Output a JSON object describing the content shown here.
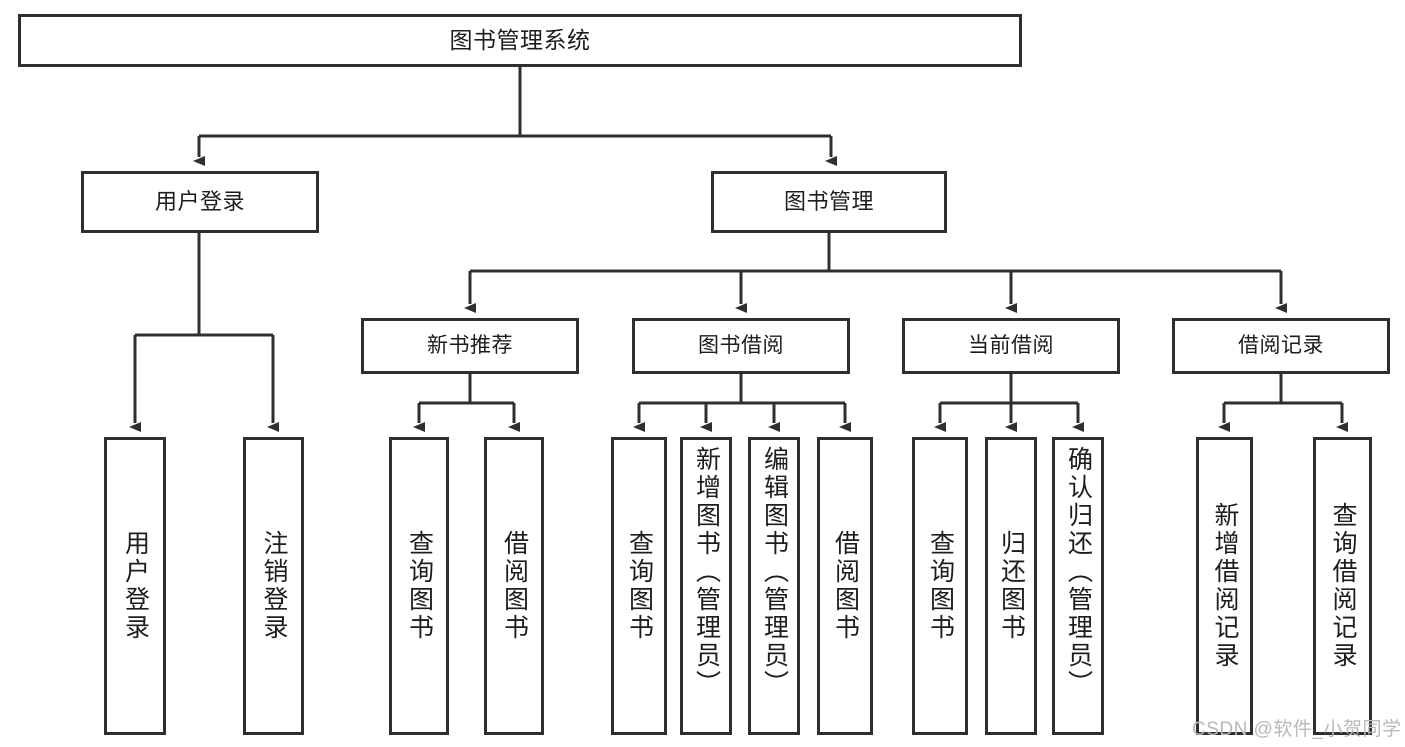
{
  "diagram": {
    "title": "图书管理系统",
    "type": "hierarchy-tree",
    "colors": {
      "border": "#2f2f2f",
      "fill": "#ffffff",
      "text": "#1d1d1d",
      "watermark": "#b9b9b9"
    },
    "root": {
      "label": "图书管理系统"
    },
    "level1": [
      {
        "id": "user-login",
        "label": "用户登录"
      },
      {
        "id": "book-mgmt",
        "label": "图书管理"
      }
    ],
    "level2": [
      {
        "id": "new-book-rec",
        "label": "新书推荐"
      },
      {
        "id": "book-borrow",
        "label": "图书借阅"
      },
      {
        "id": "current-loan",
        "label": "当前借阅"
      },
      {
        "id": "loan-record",
        "label": "借阅记录"
      }
    ],
    "leaves": {
      "user-login": [
        {
          "id": "leaf-user-login",
          "label": "用户登录"
        },
        {
          "id": "leaf-user-logout",
          "label": "注销登录"
        }
      ],
      "new-book-rec": [
        {
          "id": "leaf-rec-query",
          "label": "查询图书"
        },
        {
          "id": "leaf-rec-borrow",
          "label": "借阅图书"
        }
      ],
      "book-borrow": [
        {
          "id": "leaf-borrow-query",
          "label": "查询图书"
        },
        {
          "id": "leaf-borrow-add",
          "label": "新增图书（管理员）"
        },
        {
          "id": "leaf-borrow-edit",
          "label": "编辑图书（管理员）"
        },
        {
          "id": "leaf-borrow-borrow",
          "label": "借阅图书"
        }
      ],
      "current-loan": [
        {
          "id": "leaf-cur-query",
          "label": "查询图书"
        },
        {
          "id": "leaf-cur-return",
          "label": "归还图书"
        },
        {
          "id": "leaf-cur-confirm",
          "label": "确认归还（管理员）"
        }
      ],
      "loan-record": [
        {
          "id": "leaf-rec-add",
          "label": "新增借阅记录"
        },
        {
          "id": "leaf-rec-search",
          "label": "查询借阅记录"
        }
      ]
    }
  },
  "watermark": {
    "text": "CSDN @软件_小贺同学"
  }
}
